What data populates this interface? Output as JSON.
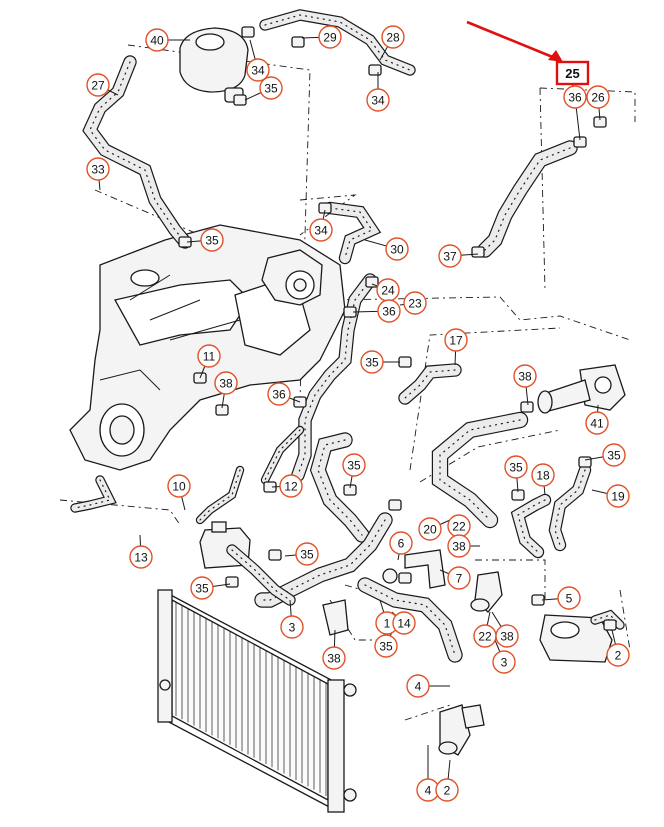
{
  "diagram": {
    "highlighted_part": "25",
    "callouts": [
      "40",
      "34",
      "29",
      "28",
      "35",
      "34",
      "27",
      "33",
      "35",
      "34",
      "30",
      "37",
      "36",
      "26",
      "24",
      "36",
      "23",
      "17",
      "35",
      "11",
      "38",
      "36",
      "38",
      "41",
      "35",
      "35",
      "18",
      "19",
      "35",
      "10",
      "12",
      "20",
      "22",
      "38",
      "6",
      "7",
      "13",
      "35",
      "35",
      "5",
      "2",
      "38",
      "1",
      "14",
      "35",
      "3",
      "4",
      "22",
      "38",
      "3",
      "4",
      "2"
    ],
    "arrow_color": "#e01010",
    "callout_color": "#e0522a"
  }
}
